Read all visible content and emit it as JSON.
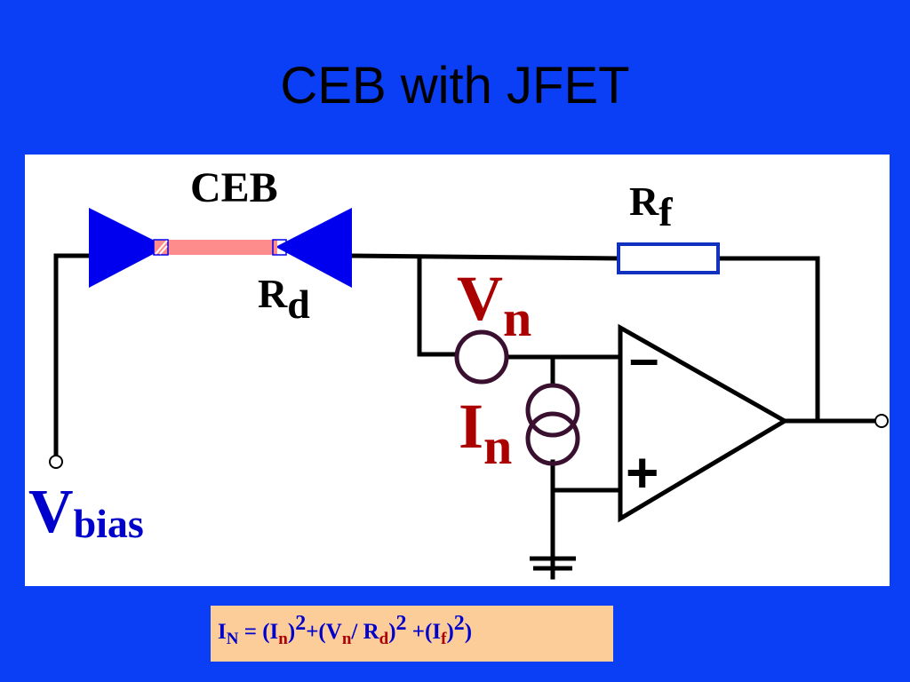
{
  "title": "CEB with JFET",
  "labels": {
    "ceb": "CEB",
    "rf_main": "R",
    "rf_sub": "f",
    "rd_main": "R",
    "rd_sub": "d",
    "vn_main": "V",
    "vn_sub": "n",
    "in_main": "I",
    "in_sub": "n",
    "vbias_main": "V",
    "vbias_sub": "bias",
    "minus": "–",
    "plus": "+"
  },
  "formula": {
    "t1": "I",
    "t1_sub": "N",
    "t2": " = (I",
    "t2_sub": "n",
    "t3": ")",
    "t3_pow": "2",
    "t4": "+(V",
    "t4_sub": "n",
    "t5": "/ R",
    "t5_sub": "d",
    "t6": ")",
    "t6_pow": "2",
    "t7": " +(I",
    "t7_sub": "f",
    "t8": ")",
    "t8_pow": "2",
    "t9": ")"
  },
  "colors": {
    "background": "#0B3FF5",
    "panel": "#FFFFFF",
    "wire": "#000000",
    "bolometer": "#0000EE",
    "strip": "#FF8C8C",
    "resistor": "#1030C0",
    "source": "#3A1030",
    "red_label": "#AA0000",
    "formula_box": "#FCCC99",
    "formula_text": "#0000CC"
  }
}
